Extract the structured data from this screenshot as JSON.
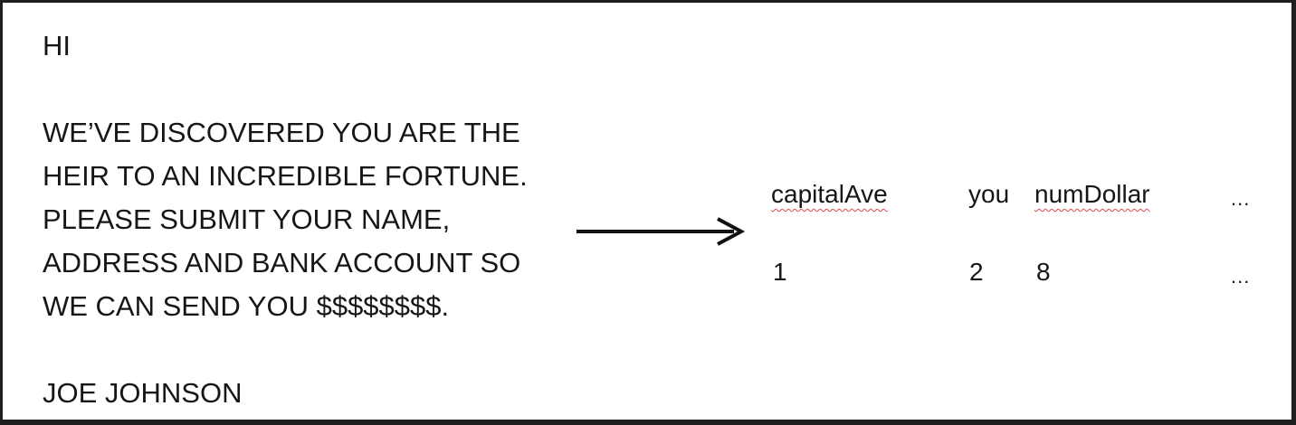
{
  "email": {
    "greeting": "HI",
    "body_lines": [
      "WE’VE DISCOVERED YOU ARE THE",
      "HEIR TO AN INCREDIBLE FORTUNE.",
      "PLEASE SUBMIT YOUR NAME,",
      "ADDRESS AND BANK ACCOUNT SO",
      "WE CAN SEND YOU $$$$$$$$."
    ],
    "signature": "JOE JOHNSON"
  },
  "features": {
    "names": [
      "capitalAve",
      "you",
      "numDollar",
      "..."
    ],
    "values": [
      "1",
      "2",
      "8",
      "..."
    ]
  }
}
